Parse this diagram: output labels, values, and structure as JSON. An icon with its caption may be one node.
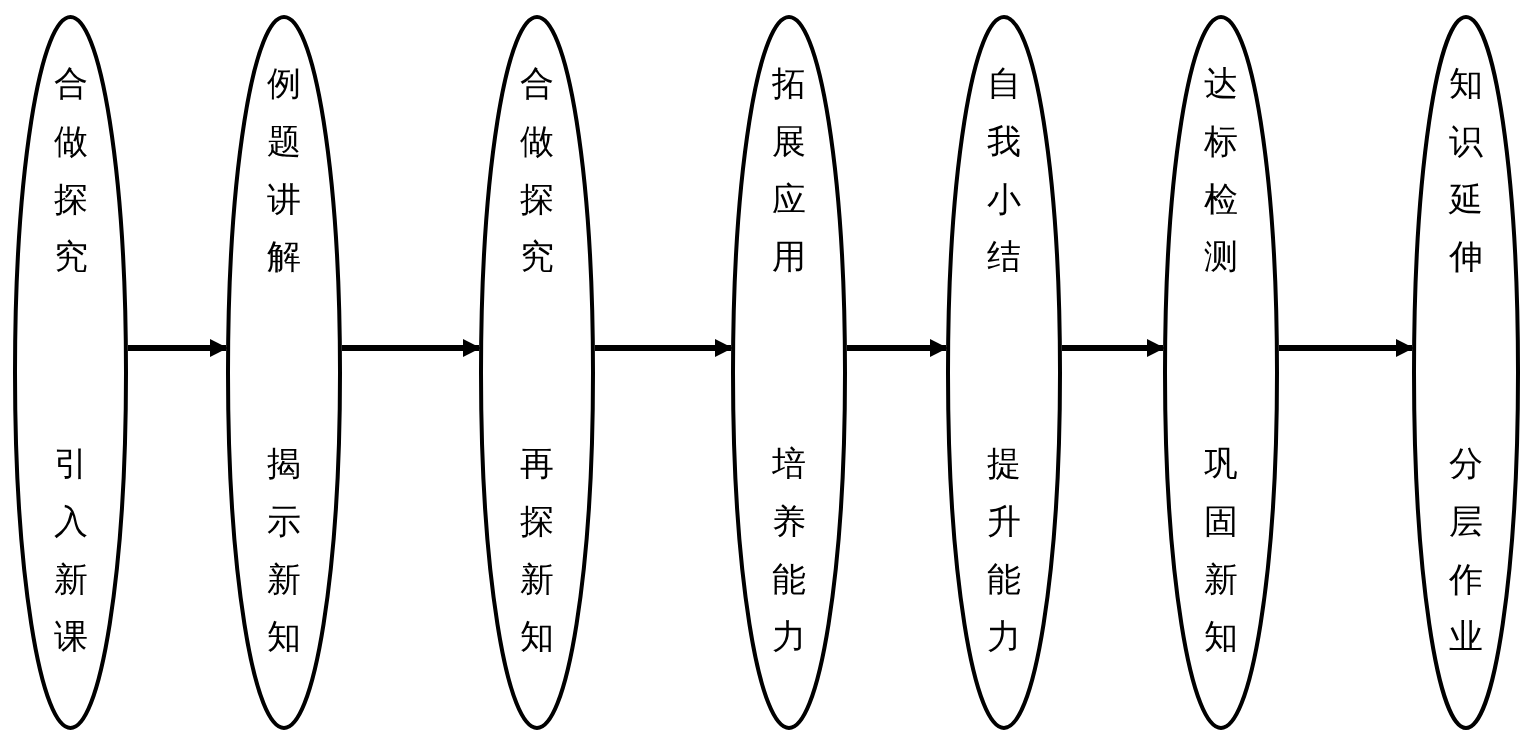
{
  "diagram": {
    "nodes": [
      {
        "text": [
          "合做探究",
          "引入新课"
        ]
      },
      {
        "text": [
          "例题讲解",
          "揭示新知"
        ]
      },
      {
        "text": [
          "合做探究",
          "再探新知"
        ]
      },
      {
        "text": [
          "拓展应用",
          "培养能力"
        ]
      },
      {
        "text": [
          "自我小结",
          "提升能力"
        ]
      },
      {
        "text": [
          "达标检测",
          "巩固新知"
        ]
      },
      {
        "text": [
          "知识延伸",
          "分层作业"
        ]
      }
    ],
    "edges": [
      {
        "from": 0,
        "to": 1,
        "arrow": "to"
      },
      {
        "from": 1,
        "to": 2,
        "arrow": "to"
      },
      {
        "from": 2,
        "to": 3,
        "arrow": "to"
      },
      {
        "from": 3,
        "to": 4,
        "arrow": "to"
      },
      {
        "from": 4,
        "to": 5,
        "arrow": "to"
      },
      {
        "from": 5,
        "to": 6,
        "arrow": "to"
      }
    ]
  }
}
